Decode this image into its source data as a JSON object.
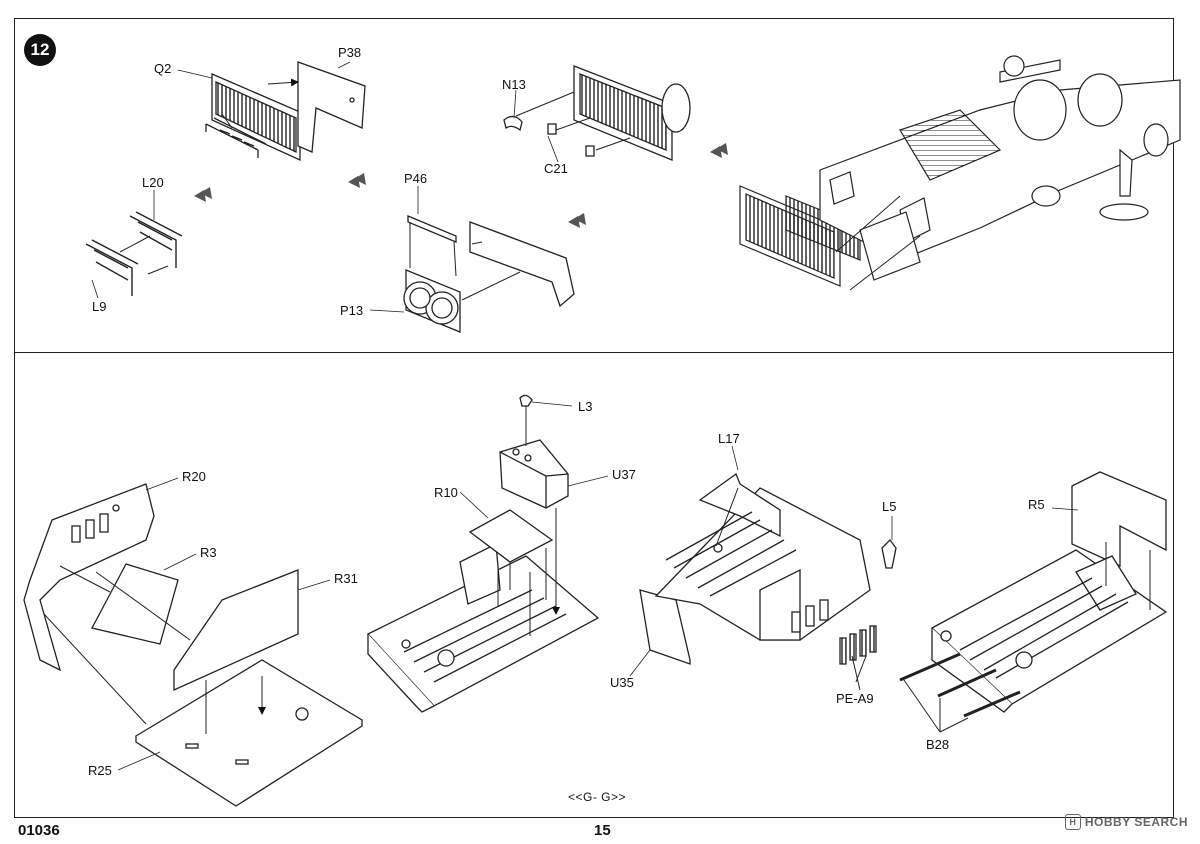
{
  "step": {
    "number": "12"
  },
  "labels": {
    "q2": "Q2",
    "p38": "P38",
    "n13": "N13",
    "c21": "C21",
    "l20": "L20",
    "l9": "L9",
    "p46": "P46",
    "p13": "P13",
    "l3": "L3",
    "u37": "U37",
    "r10": "R10",
    "l17": "L17",
    "l5": "L5",
    "r20": "R20",
    "r3": "R3",
    "r31": "R31",
    "r25": "R25",
    "u35": "U35",
    "pea9": "PE-A9",
    "r5": "R5",
    "b28": "B28"
  },
  "view_label": "<<G- G>>",
  "footer": {
    "code": "01036",
    "page": "15"
  },
  "watermark": "HOBBY SEARCH"
}
